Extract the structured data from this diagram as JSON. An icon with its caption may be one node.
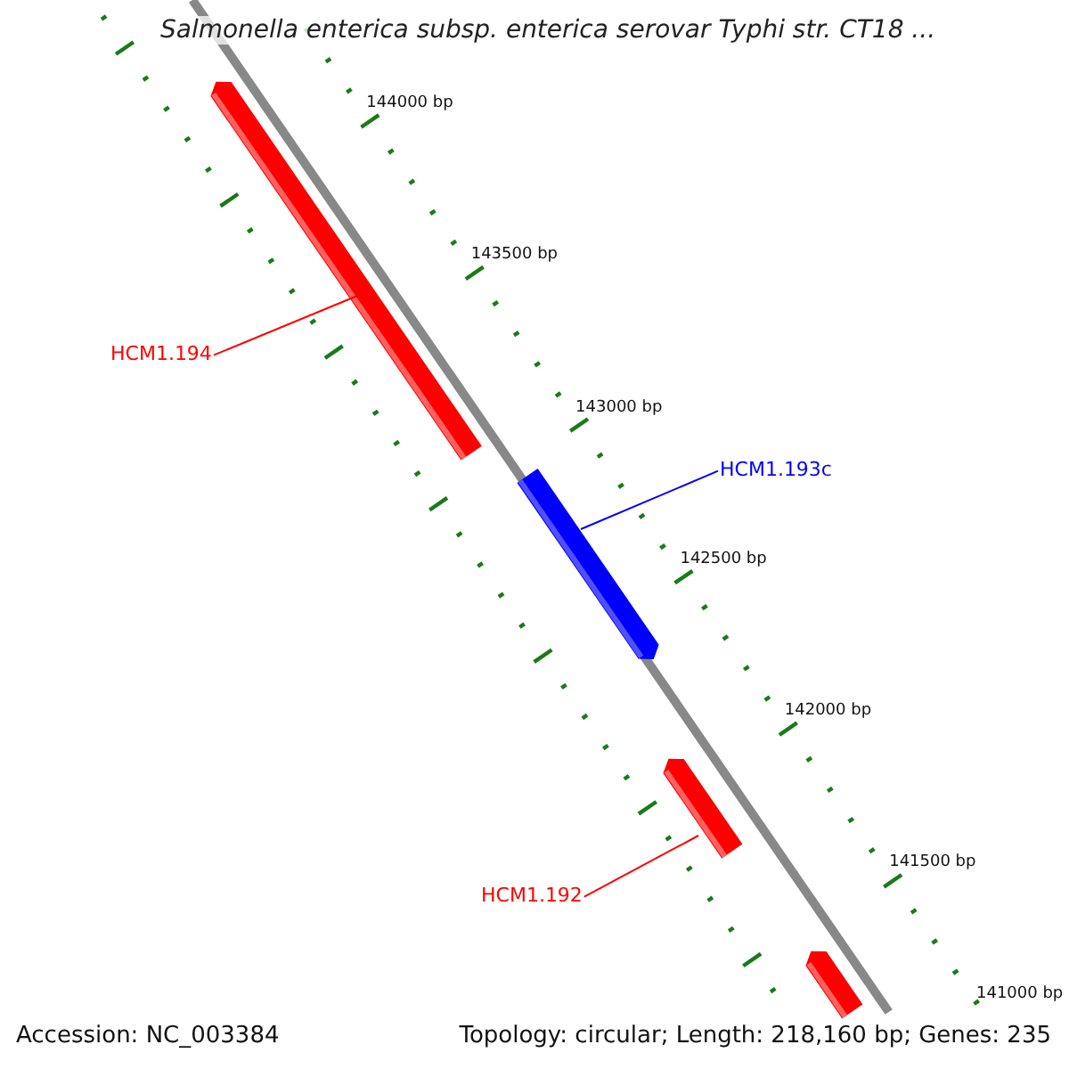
{
  "diagram": {
    "title": "Salmonella enterica subsp. enterica serovar Typhi str. CT18 ...",
    "nodes": [
      {
        "text": [
          "HCM1.194"
        ]
      },
      {
        "text": [],
        "shape": "bar"
      },
      {
        "text": [],
        "shape": "bar"
      },
      {
        "text": [
          "HCM1.193c"
        ]
      },
      {
        "text": [
          "HCM1.192"
        ]
      },
      {
        "text": [],
        "shape": "bar"
      },
      {
        "text": [],
        "shape": "bar"
      }
    ],
    "edges": [
      {
        "from": 0,
        "to": 1,
        "arrow": "none"
      },
      {
        "from": 3,
        "to": 2,
        "arrow": "none",
        "color": "#0000ff"
      },
      {
        "from": 4,
        "to": 5,
        "arrow": "none"
      }
    ],
    "labels": [
      "144000 bp",
      "143500 bp",
      "143000 bp",
      "142500 bp",
      "142000 bp",
      "141500 bp",
      "141000 bp",
      "Accession: NC_003384",
      "Topology: circular; Length: 218,160 bp; Genes: 235"
    ]
  }
}
